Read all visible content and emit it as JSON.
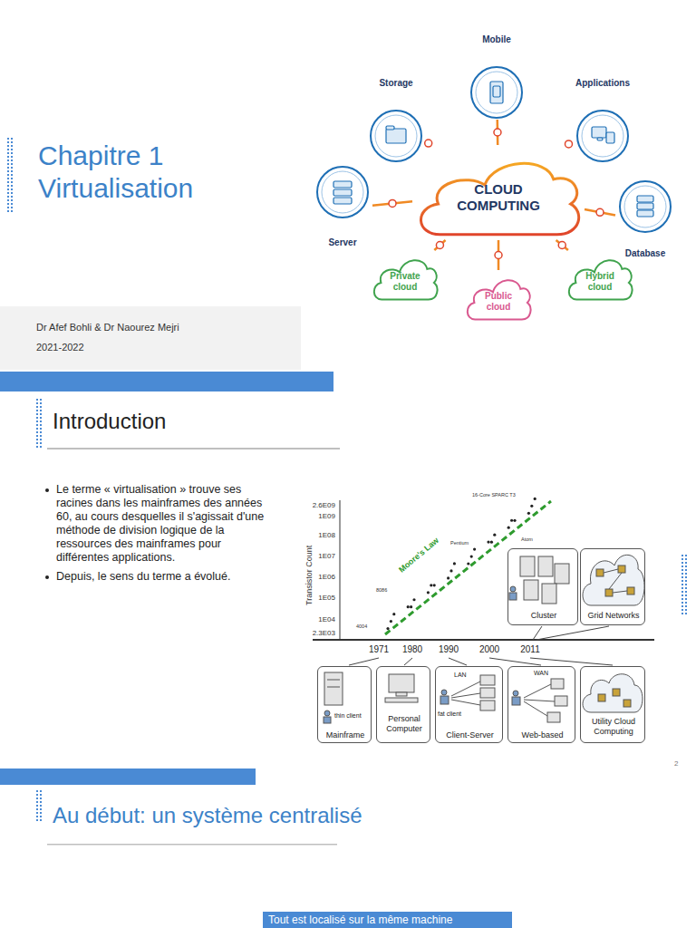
{
  "diagram": {
    "title": "Chapitre 1 Virtualisation",
    "nodes": [
      {
        "text": [
          "CLOUD COMPUTING"
        ]
      },
      {
        "text": [
          "Mobile"
        ]
      },
      {
        "text": [
          "Storage"
        ]
      },
      {
        "text": [
          "Applications"
        ]
      },
      {
        "text": [
          "Server"
        ]
      },
      {
        "text": [
          "Database"
        ]
      },
      {
        "text": [
          "Private cloud"
        ]
      },
      {
        "text": [
          "Public cloud"
        ]
      },
      {
        "text": [
          "Hybrid cloud"
        ]
      },
      {
        "text": [
          "Cluster"
        ]
      },
      {
        "text": [
          "Grid Networks"
        ]
      },
      {
        "text": [
          "thin client",
          "Mainframe"
        ]
      },
      {
        "text": [
          "Personal Computer"
        ]
      },
      {
        "text": [
          "LAN",
          "fat client",
          "Client-Server"
        ]
      },
      {
        "text": [
          "WAN",
          "Web-based"
        ]
      },
      {
        "text": [
          "Utility Cloud Computing"
        ]
      },
      {
        "text": [
          "Tout est localisé sur la même machine"
        ]
      }
    ],
    "edges": [
      {
        "from": 0,
        "to": 1,
        "arrow": "none"
      },
      {
        "from": 0,
        "to": 2,
        "arrow": "none"
      },
      {
        "from": 0,
        "to": 3,
        "arrow": "none"
      },
      {
        "from": 0,
        "to": 4,
        "arrow": "none"
      },
      {
        "from": 0,
        "to": 5,
        "arrow": "none"
      },
      {
        "from": 0,
        "to": 6,
        "arrow": "none"
      },
      {
        "from": 0,
        "to": 7,
        "arrow": "none"
      },
      {
        "from": 0,
        "to": 8,
        "arrow": "none"
      }
    ],
    "labels": [
      "Dr Afef Bohli & Dr Naourez Mejri",
      "2021-2022",
      "Introduction",
      "Le terme « virtualisation » trouve ses racines dans les mainframes des années 60, au cours desquelles il s'agissait d'une méthode de division logique de la ressources des mainframes pour différentes applications.",
      "Depuis, le sens du terme a évolué.",
      "2.6E09",
      "1E09",
      "1E08",
      "1E07",
      "1E06",
      "1E05",
      "1E04",
      "2.3E03",
      "Transistor Count",
      "1971",
      "1980",
      "1990",
      "2000",
      "2011",
      "Moore's Law",
      "2",
      "Au début: un système centralisé",
      "16-Core SPARC T3",
      "Atom",
      "Pentium",
      "8086",
      "4004"
    ]
  }
}
